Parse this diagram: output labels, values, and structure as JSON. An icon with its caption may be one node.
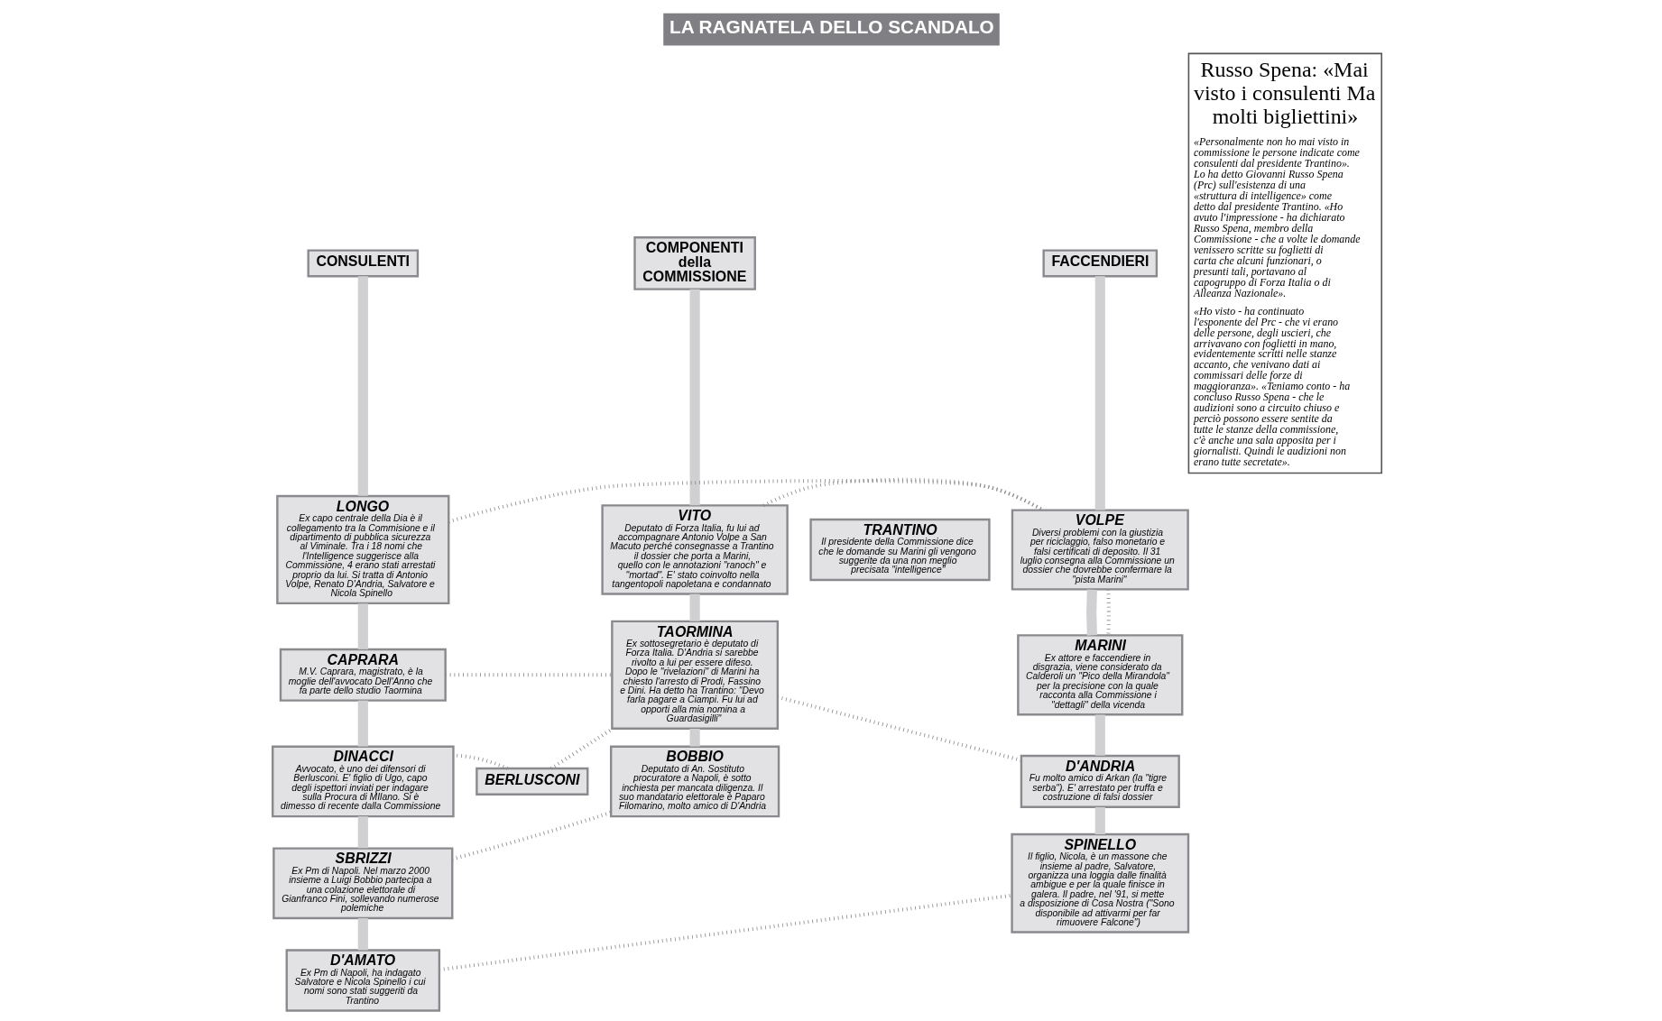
{
  "diagram": {
    "title": "LA RAGNATELA DELLO SCANDALO",
    "nodes": [
      {
        "text": [
          "CONSULENTI"
        ]
      },
      {
        "text": [
          "COMPONENTI della COMMISSIONE"
        ]
      },
      {
        "text": [
          "FACCENDIERI"
        ]
      },
      {
        "text": [
          "TRANTINO",
          "Il presidente della Commissione dice che le domande su Marini gli vengono suggerite da una non meglio precisata \"intelligence\""
        ]
      },
      {
        "text": [
          "LONGO",
          "Ex capo centrale della Dia è il collegamento tra la Commisione e il dipartimento di pubblica sicurezza al Viminale. Tra i 18 nomi che l'Intelligence suggerisce alla Commissione, 4 erano stati arrestati proprio da lui. Si tratta di Antonio Volpe, Renato D'Andria, Salvatore e Nicola Spinello"
        ]
      },
      {
        "text": [
          "VOLPE",
          "Diversi problemi con la giustizia per riciclaggio, falso monetario e falsi certificati di deposito. Il 31 luglio consegna alla Commissione un dossier che dovrebbe confermare la \"pista Marini\""
        ]
      },
      {
        "text": [
          "VITO",
          "Deputato di Forza Italia, fu lui ad accompagnare Antonio Volpe a San Macuto perché consegnasse a Trantino il dossier che porta a Marini, quello con le annotazioni \"ranoch\" e \"mortad\". E' stato coinvolto nella tangentopoli napoletana e condannato"
        ]
      },
      {
        "text": [
          "CAPRARA",
          "M.V. Caprara, magistrato, è la moglie dell'avvocato Dell'Anno che fa parte dello studio Taormina"
        ]
      },
      {
        "text": [
          "MARINI",
          "Ex attore e faccendiere in disgrazia, viene considerato da Calderoli un \"Pico della Mirandola\" per la precisione con la quale racconta alla Commissione i \"dettagli\" della vicenda"
        ]
      },
      {
        "text": [
          "BERLUSCONI"
        ]
      },
      {
        "text": [
          "DINACCI",
          "Avvocato, è uno dei difensori di Berlusconi. E' figlio di Ugo, capo degli ispettori inviati per indagare sulla Procura di MIlano. Si è dimesso di recente dalla Commissione"
        ]
      },
      {
        "text": [
          "TAORMINA",
          "Ex sottosegretario è deputato di Forza Italia. D'Andria si sarebbe rivolto a lui per essere difeso. Dopo le \"rivelazioni\" di Marini ha chiesto l'arresto di Prodi, Fassino e Dini. Ha detto ha Trantino: \"Devo farla pagare a Ciampi. Fu lui ad opporti alla mia nomina a Guardasigilli\""
        ]
      },
      {
        "text": [
          "D'ANDRIA",
          "Fu molto amico di Arkan (la \"tigre serba\"). E' arrestato per truffa e costruzione di falsi dossier"
        ]
      },
      {
        "text": [
          "SBRIZZI",
          "Ex Pm di Napoli. Nel marzo 2000 insieme a Luigi Bobbio partecipa a una colazione elettorale di Gianfranco Fini, sollevando numerose polemiche"
        ]
      },
      {
        "text": [
          "BOBBIO",
          "Deputato di An. Sostituto procuratore a Napoli, è sotto inchiesta per mancata diligenza. Il suo mandatario elettorale è Paparo Filomarino, molto amico di D'Andria"
        ]
      },
      {
        "text": [
          "D'AMATO",
          "Ex Pm di Napoli, ha indagato Salvatore e Nicola Spinello i cui nomi sono stati suggeriti da Trantino"
        ]
      },
      {
        "text": [
          "SPINELLO",
          "Il figlio, Nicola, è un massone che insieme al padre, Salvatore, organizza una loggia dalle finalità ambigue e per la quale finisce in galera. Il padre, nel '91, si mette a disposizione di Cosa Nostra (\"Sono disponibile ad attivarmi per far rimuovere Falcone\")"
        ]
      }
    ],
    "edges": [
      {
        "from": 0,
        "to": 4,
        "arrow": "none"
      },
      {
        "from": 4,
        "to": 7,
        "arrow": "none"
      },
      {
        "from": 7,
        "to": 10,
        "arrow": "none"
      },
      {
        "from": 10,
        "to": 13,
        "arrow": "none"
      },
      {
        "from": 13,
        "to": 15,
        "arrow": "none"
      },
      {
        "from": 1,
        "to": 6,
        "arrow": "none"
      },
      {
        "from": 6,
        "to": 11,
        "arrow": "none"
      },
      {
        "from": 11,
        "to": 14,
        "arrow": "none"
      },
      {
        "from": 2,
        "to": 5,
        "arrow": "none"
      },
      {
        "from": 5,
        "to": 8,
        "arrow": "none"
      },
      {
        "from": 8,
        "to": 12,
        "arrow": "none"
      },
      {
        "from": 12,
        "to": 16,
        "arrow": "none"
      },
      {
        "from": 4,
        "to": 5,
        "arrow": "none",
        "style": "dashed",
        "color": "#87878b"
      },
      {
        "from": 6,
        "to": 5,
        "arrow": "none",
        "style": "dashed",
        "color": "#87878b"
      },
      {
        "from": 5,
        "to": 8,
        "arrow": "none",
        "style": "dashed",
        "color": "#87878b"
      },
      {
        "from": 7,
        "to": 11,
        "arrow": "none",
        "style": "dashed",
        "color": "#87878b"
      },
      {
        "from": 9,
        "to": 11,
        "arrow": "none",
        "style": "dashed",
        "color": "#87878b"
      },
      {
        "from": 9,
        "to": 10,
        "arrow": "none",
        "style": "dashed",
        "color": "#87878b"
      },
      {
        "from": 11,
        "to": 12,
        "arrow": "none",
        "style": "dashed",
        "color": "#87878b"
      },
      {
        "from": 13,
        "to": 14,
        "arrow": "none",
        "style": "dashed",
        "color": "#87878b"
      },
      {
        "from": 15,
        "to": 16,
        "arrow": "none",
        "style": "dashed",
        "color": "#87878b"
      }
    ],
    "labels": [
      "Russo Spena: «Mai visto i consulenti Ma molti bigliettini»",
      "«Personalmente non ho mai visto in commissione le persone indicate come consulenti dal presidente Trantino». Lo ha detto Giovanni Russo Spena (Prc) sull'esistenza di una «struttura di intelligence» come detto dal presidente Trantino. «Ho avuto l'impressione - ha dichiarato Russo Spena, membro della Commissione - che a volte le domande venissero scritte su foglietti di carta che alcuni funzionari, o presunti tali, portavano al capogruppo di Forza Italia o di Alleanza Nazionale».",
      "«Ho visto - ha continuato l'esponente del Prc - che vi erano delle persone, degli uscieri, che arrivavano con foglietti in mano, evidentemente scritti nelle stanze accanto, che venivano dati ai commissari delle forze di maggioranza». «Teniamo conto - ha concluso Russo Spena - che le audizioni sono a circuito chiuso e perciò possono essere sentite da tutte le stanze della commissione, c'è anche una sala apposita per i giornalisti. Quindi le audizioni non erano tutte secretate»."
    ]
  }
}
